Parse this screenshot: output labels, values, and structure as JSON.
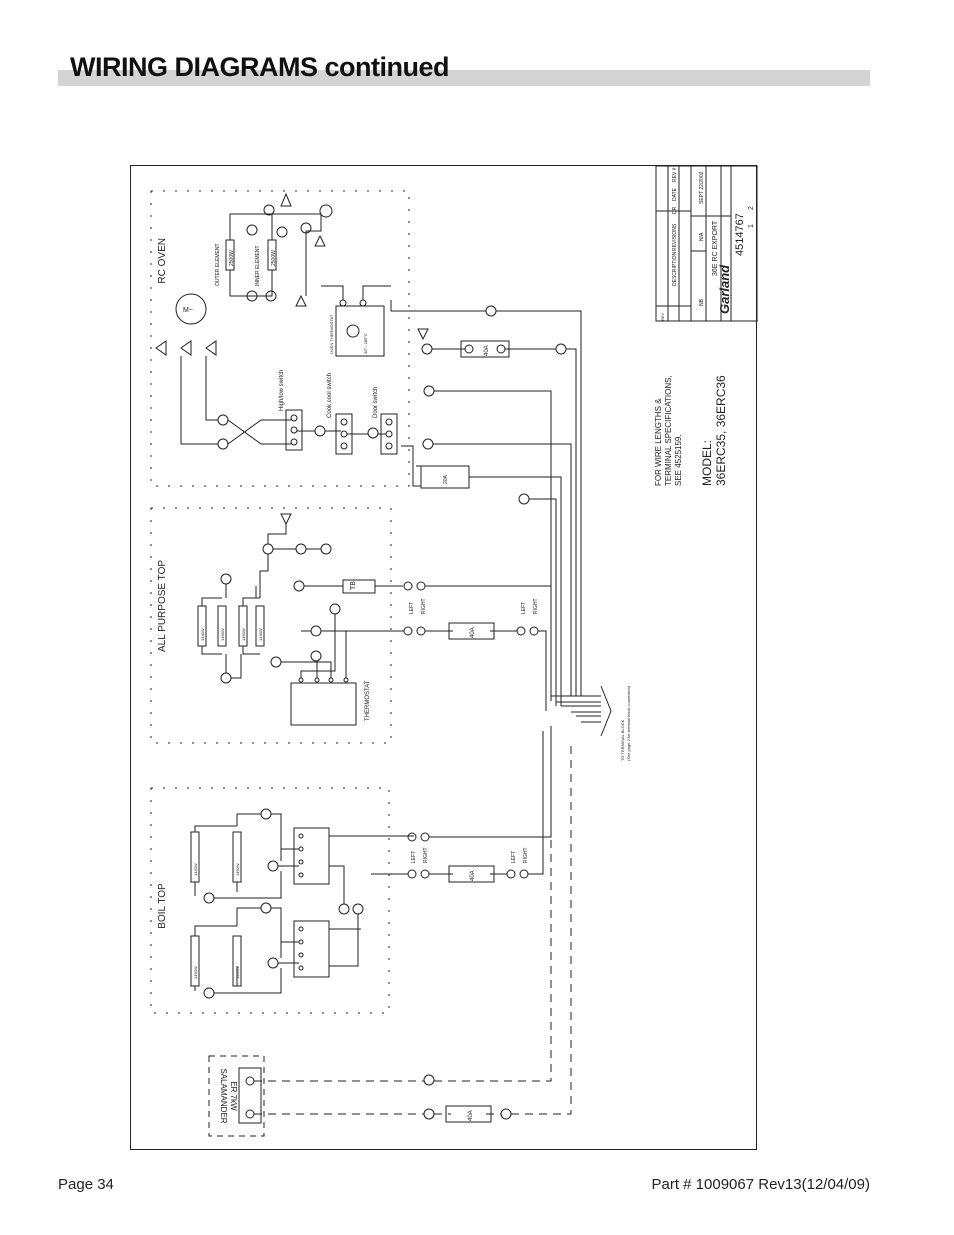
{
  "header": {
    "title": "WIRING DIAGRAMS continued"
  },
  "sections": {
    "rc_oven": "RC OVEN",
    "all_purpose_top": "ALL PURPOSE TOP",
    "boil_top": "BOIL TOP",
    "salamander": "SALAMANDER",
    "salamander_model": "ER 7kW"
  },
  "components": {
    "outer_element": "OUTER ELEMENT",
    "outer_element_w": "2500W",
    "inner_element": "INNER ELEMENT",
    "inner_element_w": "2500W",
    "motor": "M~",
    "oven_thermostat": "OVEN THERMOSTAT",
    "thermostat_range": "30° - 285°C",
    "high_low_switch": "High/low switch",
    "cook_cool_switch": "Cook cool switch",
    "door_switch": "Door switch",
    "thermostat": "THERMOSTAT",
    "tb": "TB",
    "fuse_40a": "40A",
    "fuse_20a": "20A",
    "heater_1440w": "1440W",
    "heater_1460w": "1460W",
    "left": "LEFT",
    "right": "RIGHT",
    "terminal_block": "TO TERMINAL BLOCK",
    "terminal_block_note": "(See page 2 for terminal block connection)"
  },
  "notes": {
    "wire_lengths_1": "FOR WIRE LENGTHS &",
    "wire_lengths_2": "TERMINAL SPECIFICATIONS,",
    "wire_lengths_3": "SEE 4525159.",
    "model_label": "MODEL:",
    "model_numbers": "36ERC35, 36ERC36"
  },
  "title_block": {
    "rev_header": "REV",
    "description": "DESCRIPTION",
    "revisions": "REVISIONS",
    "dr": "DR",
    "date": "DATE",
    "rev_no": "REV #",
    "drawn_by": "NB",
    "scale": "N/A",
    "drawing_date": "SEPT 22/2002",
    "product": "36E RC EXPORT",
    "brand": "Garland",
    "drawing_number": "4514767",
    "sheet": "1",
    "sheet_total": "2"
  },
  "footer": {
    "page": "Page 34",
    "part": "Part # 1009067 Rev13(12/04/09)"
  }
}
